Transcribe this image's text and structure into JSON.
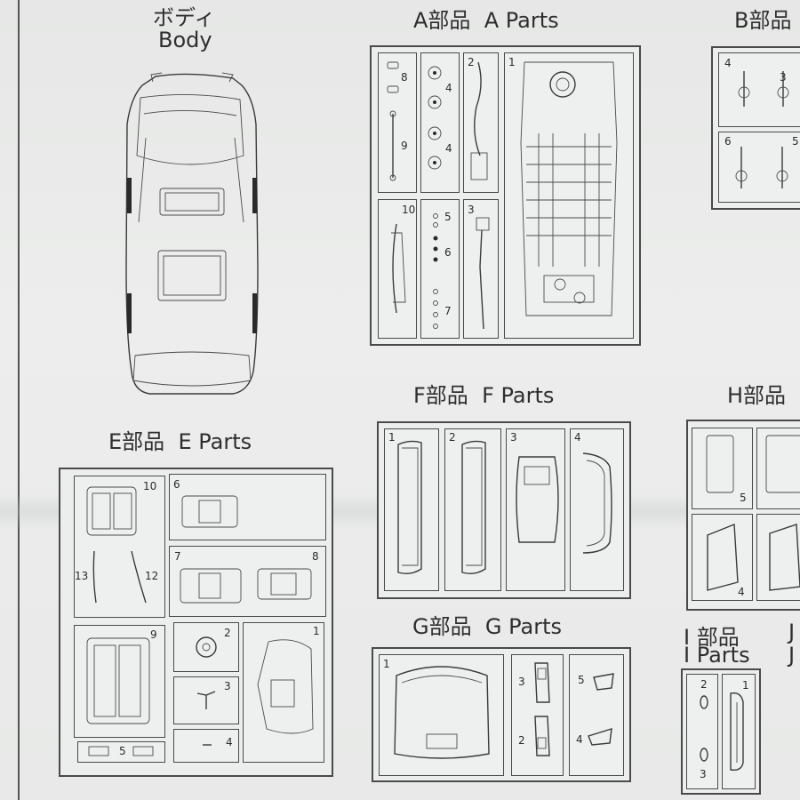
{
  "body_section": {
    "title_jp": "ボディ",
    "title_en": "Body"
  },
  "a_section": {
    "title_jp": "A部品",
    "title_en": "A Parts",
    "labels": [
      "8",
      "4",
      "4",
      "9",
      "2",
      "1",
      "10",
      "5",
      "6",
      "7",
      "3"
    ]
  },
  "b_section": {
    "title_jp": "B部品",
    "labels": [
      "4",
      "3",
      "6",
      "5"
    ]
  },
  "e_section": {
    "title_jp": "E部品",
    "title_en": "E Parts",
    "labels": [
      "10",
      "6",
      "13",
      "12",
      "7",
      "8",
      "9",
      "2",
      "1",
      "3",
      "5",
      "4"
    ]
  },
  "f_section": {
    "title_jp": "F部品",
    "title_en": "F Parts",
    "labels": [
      "1",
      "2",
      "3",
      "4"
    ]
  },
  "g_section": {
    "title_jp": "G部品",
    "title_en": "G Parts",
    "labels": [
      "1",
      "3",
      "5",
      "2",
      "4"
    ]
  },
  "h_section": {
    "title_jp": "H部品",
    "labels": [
      "5",
      "4"
    ]
  },
  "i_section": {
    "title_jp": "I 部品",
    "title_en": "I Parts",
    "labels": [
      "2",
      "1",
      "3"
    ]
  },
  "j_section": {
    "title_a": "J",
    "title_b": "J"
  }
}
